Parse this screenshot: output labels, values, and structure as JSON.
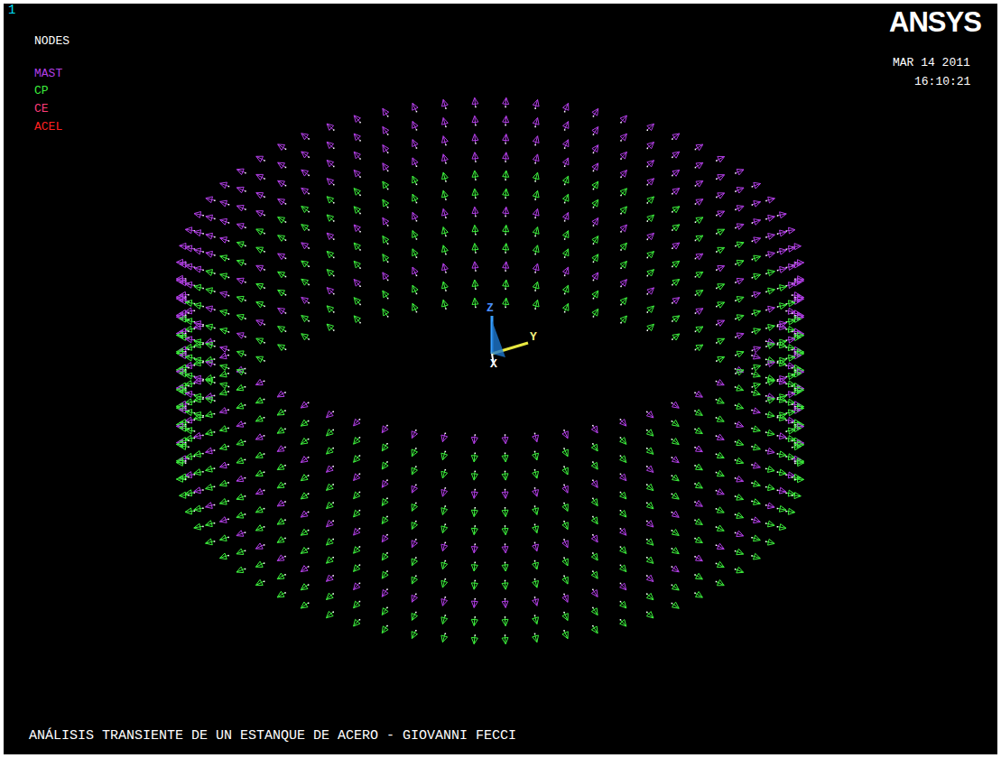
{
  "diagram": {
    "title": "ANÁLISIS TRANSIENTE DE UN ESTANQUE DE ACERO - GIOVANNI FECCI",
    "labels": [
      "1",
      "NODES",
      "ANSYS",
      "MAR 14 2011",
      "16:10:21",
      "Z",
      "Y",
      "X"
    ],
    "legend": [
      {
        "text": "MAST",
        "color": "#b23ee6"
      },
      {
        "text": "CP",
        "color": "#3cf03c"
      },
      {
        "text": "CE",
        "color": "#ff3c78"
      },
      {
        "text": "ACEL",
        "color": "#ff2020"
      }
    ]
  }
}
